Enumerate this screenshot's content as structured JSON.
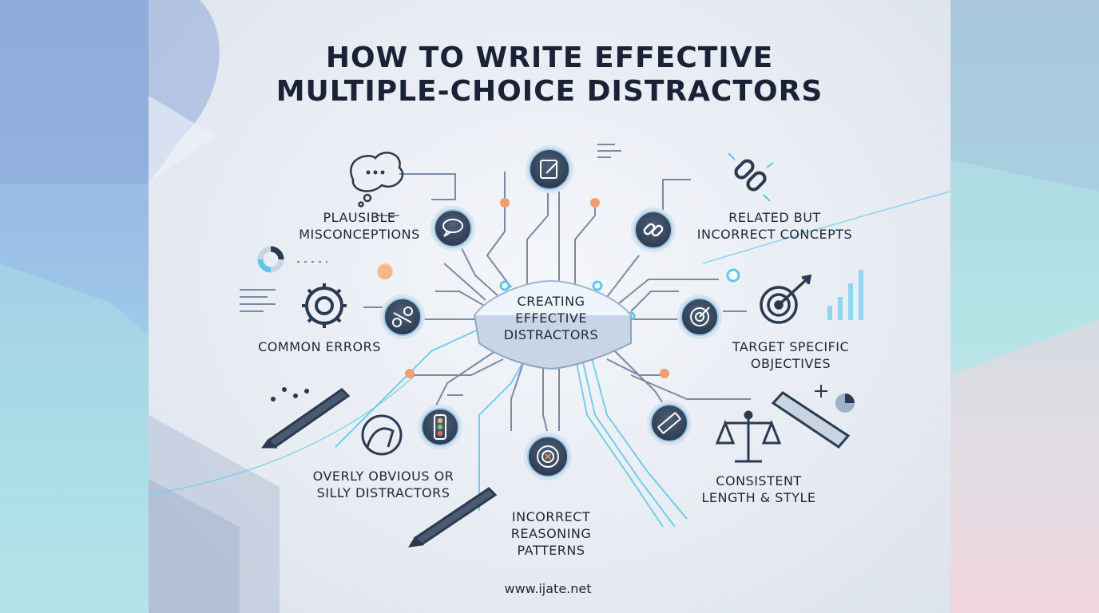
{
  "title": {
    "line1": "HOW TO WRITE EFFECTIVE",
    "line2": "MULTIPLE-CHOICE DISTRACTORS"
  },
  "center": {
    "line1": "CREATING",
    "line2": "EFFECTIVE",
    "line3": "DISTRACTORS"
  },
  "nodes": {
    "plausible": {
      "line1": "PLAUSIBLE",
      "line2": "MISCONCEPTIONS",
      "icon": "speech-bubble-icon"
    },
    "related": {
      "line1": "RELATED BUT",
      "line2": "INCORRECT CONCEPTS",
      "icon": "chain-link-icon"
    },
    "common": {
      "line1": "COMMON ERRORS",
      "icon": "gears-icon"
    },
    "target": {
      "line1": "TARGET SPECIFIC",
      "line2": "OBJECTIVES",
      "icon": "target-icon"
    },
    "obvious": {
      "line1": "OVERLY OBVIOUS OR",
      "line2": "SILLY DISTRACTORS",
      "icon": "traffic-light-icon"
    },
    "consistent": {
      "line1": "CONSISTENT",
      "line2": "LENGTH & STYLE",
      "icon": "ruler-icon"
    },
    "reasoning": {
      "line1": "INCORRECT",
      "line2": "REASONING",
      "line3": "PATTERNS",
      "icon": "maze-icon"
    },
    "top": {
      "icon": "pencil-note-icon"
    }
  },
  "footer": {
    "url": "www.ijate.net"
  },
  "colors": {
    "node_fill": "#3a4a62",
    "accent_orange": "#f0a070",
    "accent_cyan": "#5ec8e8",
    "title": "#1b2236"
  }
}
